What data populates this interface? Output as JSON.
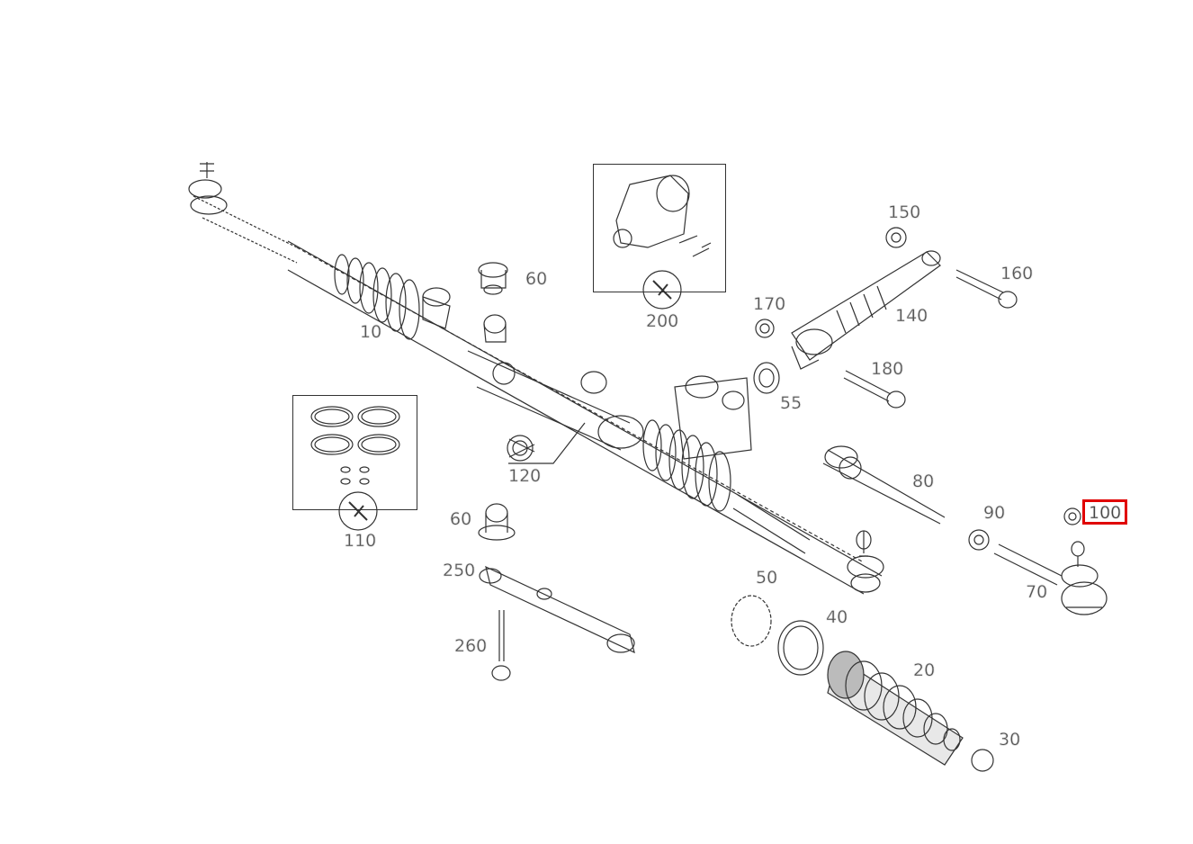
{
  "diagram": {
    "highlight_color": "#e00000",
    "callouts": [
      {
        "id": "c10",
        "label": "10"
      },
      {
        "id": "c20",
        "label": "20"
      },
      {
        "id": "c30",
        "label": "30"
      },
      {
        "id": "c40",
        "label": "40"
      },
      {
        "id": "c50",
        "label": "50"
      },
      {
        "id": "c55",
        "label": "55"
      },
      {
        "id": "c60a",
        "label": "60"
      },
      {
        "id": "c60b",
        "label": "60"
      },
      {
        "id": "c70",
        "label": "70"
      },
      {
        "id": "c80",
        "label": "80"
      },
      {
        "id": "c90",
        "label": "90"
      },
      {
        "id": "c100",
        "label": "100",
        "highlighted": true
      },
      {
        "id": "c110",
        "label": "110"
      },
      {
        "id": "c120",
        "label": "120"
      },
      {
        "id": "c140",
        "label": "140"
      },
      {
        "id": "c150",
        "label": "150"
      },
      {
        "id": "c160",
        "label": "160"
      },
      {
        "id": "c170",
        "label": "170"
      },
      {
        "id": "c180",
        "label": "180"
      },
      {
        "id": "c200",
        "label": "200"
      },
      {
        "id": "c250",
        "label": "250"
      },
      {
        "id": "c260",
        "label": "260"
      }
    ]
  }
}
